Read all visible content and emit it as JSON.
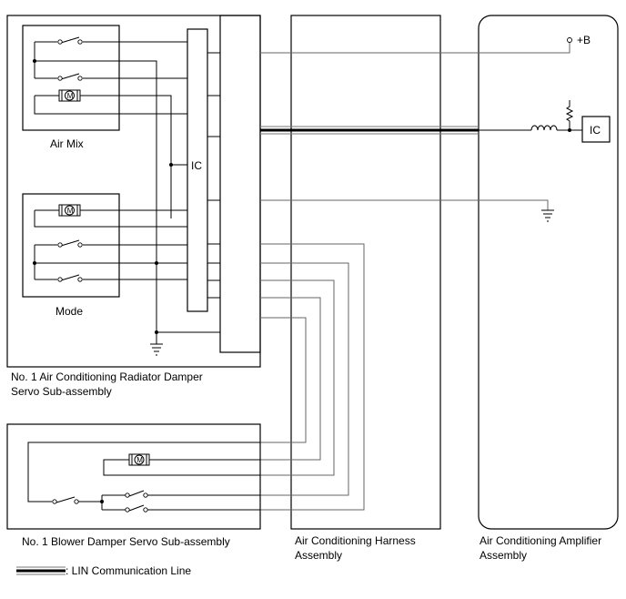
{
  "labels": {
    "air_mix": "Air Mix",
    "mode": "Mode",
    "ic_servo": "IC",
    "ic_amp": "IC",
    "plus_b": "+B",
    "motor_letter": "M",
    "radiator_servo_line1": "No. 1 Air Conditioning Radiator Damper",
    "radiator_servo_line2": "Servo Sub-assembly",
    "blower_servo": "No. 1 Blower Damper Servo Sub-assembly",
    "harness_line1": "Air Conditioning Harness",
    "harness_line2": "Assembly",
    "amplifier_line1": "Air Conditioning Amplifier",
    "amplifier_line2": "Assembly"
  },
  "legend": {
    "lin_line": ": LIN Communication Line"
  }
}
